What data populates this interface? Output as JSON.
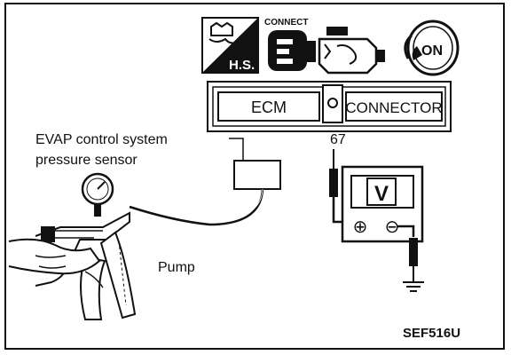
{
  "icons": {
    "hs_icon": "hot-start-icon",
    "hs_text": "H.S.",
    "connect_icon": "connect-icon",
    "connect_text": "CONNECT",
    "engine_icon": "engine-icon",
    "ignition_icon": "ignition-key-icon",
    "ignition_text": "ON"
  },
  "ecm_connector": {
    "ecm_label": "ECM",
    "connector_label": "CONNECTOR"
  },
  "sensor": {
    "label_line1": "EVAP control system",
    "label_line2": "pressure sensor"
  },
  "terminal": {
    "number": "67"
  },
  "voltmeter": {
    "symbol": "V",
    "positive": "⊕",
    "negative": "⊖"
  },
  "pump": {
    "label": "Pump"
  },
  "figure_code": "SEF516U"
}
